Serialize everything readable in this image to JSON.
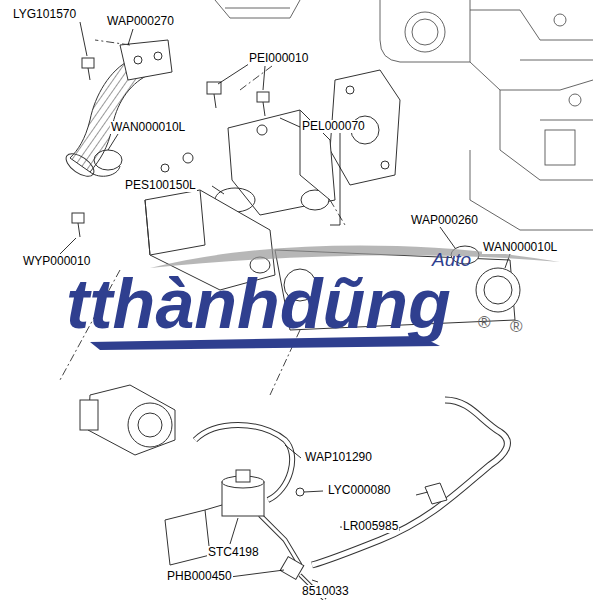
{
  "diagram": {
    "labels": [
      "LYG101570",
      "WAP000270",
      "PEI000010",
      "WAN000010L",
      "PEL000070",
      "PES100150L",
      "WAP000260",
      "WAN000010L",
      "WYP000010",
      "WAP101290",
      "LYC000080",
      "LR005985",
      "STC4198",
      "PHB000450",
      "8510033",
      "tthànhdũng",
      "Auto",
      "®",
      "®"
    ]
  }
}
